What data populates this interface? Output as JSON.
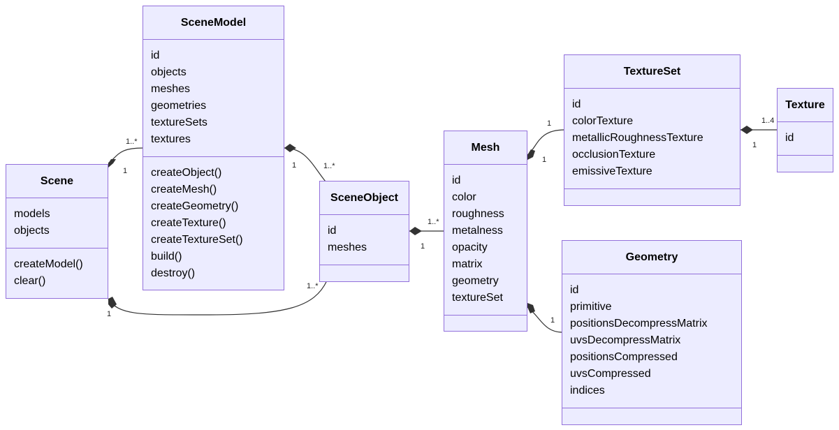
{
  "classes": {
    "sceneModel": {
      "name": "SceneModel",
      "attributes": [
        "id",
        "objects",
        "meshes",
        "geometries",
        "textureSets",
        "textures"
      ],
      "methods": [
        "createObject()",
        "createMesh()",
        "createGeometry()",
        "createTexture()",
        "createTextureSet()",
        "build()",
        "destroy()"
      ]
    },
    "scene": {
      "name": "Scene",
      "attributes": [
        "models",
        "objects"
      ],
      "methods": [
        "createModel()",
        "clear()"
      ]
    },
    "sceneObject": {
      "name": "SceneObject",
      "attributes": [
        "id",
        "meshes"
      ],
      "methods": []
    },
    "mesh": {
      "name": "Mesh",
      "attributes": [
        "id",
        "color",
        "roughness",
        "metalness",
        "opacity",
        "matrix",
        "geometry",
        "textureSet"
      ],
      "methods": []
    },
    "textureSet": {
      "name": "TextureSet",
      "attributes": [
        "id",
        "colorTexture",
        "metallicRoughnessTexture",
        "occlusionTexture",
        "emissiveTexture"
      ],
      "methods": []
    },
    "texture": {
      "name": "Texture",
      "attributes": [
        "id"
      ],
      "methods": []
    },
    "geometry": {
      "name": "Geometry",
      "attributes": [
        "id",
        "primitive",
        "positionsDecompressMatrix",
        "uvsDecompressMatrix",
        "positionsCompressed",
        "uvsCompressed",
        "indices"
      ],
      "methods": []
    }
  },
  "relations": [
    {
      "from": "Scene",
      "to": "SceneModel",
      "kind": "composition",
      "from_mult": "1",
      "to_mult": "1..*"
    },
    {
      "from": "Scene",
      "to": "SceneObject",
      "kind": "composition",
      "from_mult": "1",
      "to_mult": "1..*"
    },
    {
      "from": "SceneModel",
      "to": "SceneObject",
      "kind": "composition",
      "from_mult": "1",
      "to_mult": "1..*"
    },
    {
      "from": "SceneObject",
      "to": "Mesh",
      "kind": "composition",
      "from_mult": "1",
      "to_mult": "1..*"
    },
    {
      "from": "Mesh",
      "to": "TextureSet",
      "kind": "composition",
      "from_mult": "1",
      "to_mult": "1"
    },
    {
      "from": "Mesh",
      "to": "Geometry",
      "kind": "composition",
      "from_mult": "",
      "to_mult": "1"
    },
    {
      "from": "TextureSet",
      "to": "Texture",
      "kind": "composition",
      "from_mult": "1",
      "to_mult": "1..4"
    }
  ]
}
